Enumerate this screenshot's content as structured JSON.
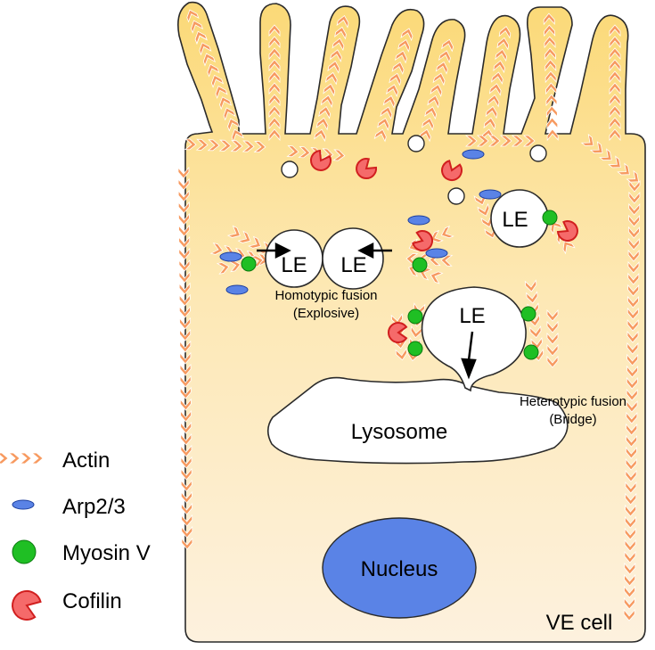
{
  "diagram": {
    "cell_label": "VE cell",
    "nucleus_label": "Nucleus",
    "lysosome_label": "Lysosome",
    "le_label": "LE",
    "homotypic": {
      "line1": "Homotypic fusion",
      "line2": "(Explosive)"
    },
    "heterotypic": {
      "line1": "Heterotypic fusion",
      "line2": "(Bridge)"
    }
  },
  "legend": [
    {
      "label": "Actin",
      "icon": "actin-chevron-icon"
    },
    {
      "label": "Arp2/3",
      "icon": "arp23-ellipse-icon"
    },
    {
      "label": "Myosin V",
      "icon": "myosin-circle-icon"
    },
    {
      "label": "Cofilin",
      "icon": "cofilin-pacman-icon"
    }
  ],
  "colors": {
    "cell_top": "#fbd977",
    "cell_bottom": "#fdf1de",
    "actin": "#f79a60",
    "arp23": "#5a83e6",
    "myosin": "#1fbf24",
    "cofilin_fill": "#f56a6a",
    "cofilin_stroke": "#d11f1f",
    "nucleus": "#5a83e6",
    "outline": "#2a2a2a"
  }
}
